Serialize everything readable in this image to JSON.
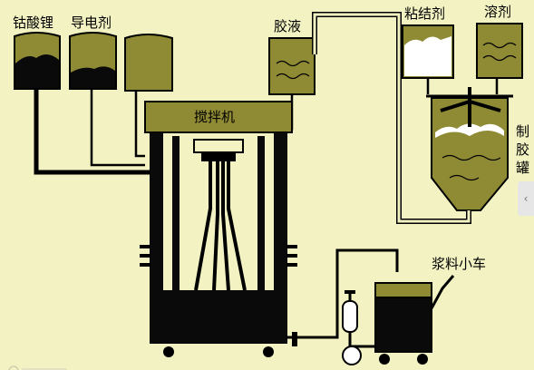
{
  "diagram": {
    "labels": {
      "lithium_cobalt_oxide": "钴酸锂",
      "conductive_agent": "导电剂",
      "glue_liquid": "胶液",
      "binder": "粘结剂",
      "solvent": "溶剂",
      "mixer": "搅拌机",
      "glue_tank_1": "制",
      "glue_tank_2": "胶",
      "glue_tank_3": "罐",
      "slurry_cart": "浆料小车"
    },
    "watermark_icon": "watermark-icon",
    "colors": {
      "background": "#f2f2c2",
      "container": "#8f8a34",
      "outline": "#000000",
      "pipe": "#000000",
      "glue_pipe": "#d8d596"
    }
  },
  "ui": {
    "side_tab_icon": "chevron-left-icon",
    "side_tab_glyph": "‹"
  }
}
